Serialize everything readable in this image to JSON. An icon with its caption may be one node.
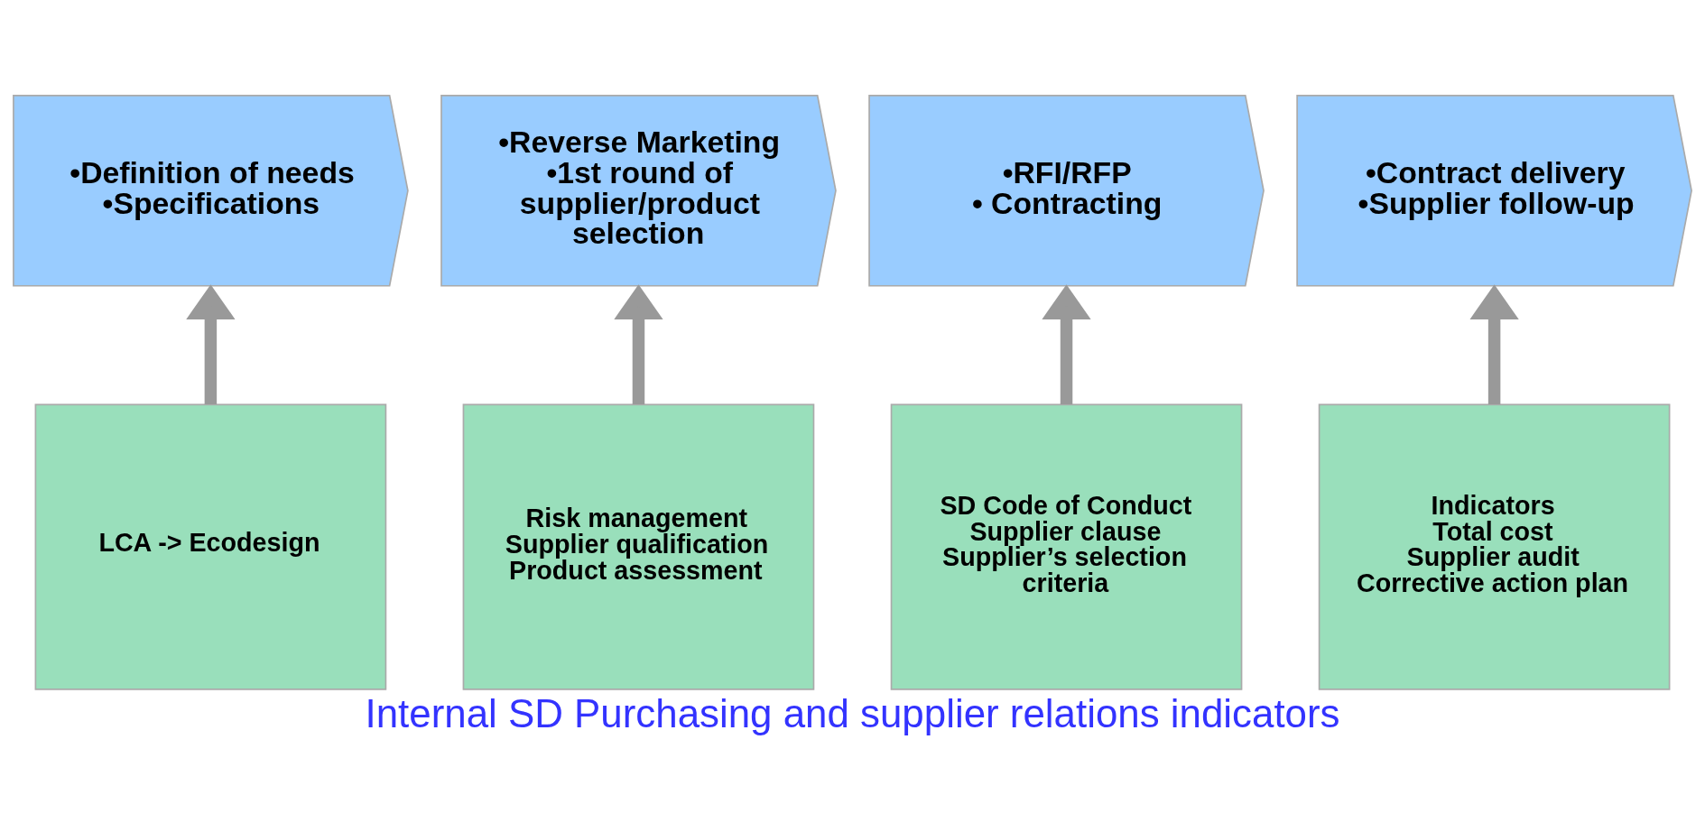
{
  "diagram": {
    "caption": "Internal SD Purchasing and supplier relations indicators",
    "nodes": [
      {
        "text": [
          "•Definition of needs",
          "•Specifications"
        ]
      },
      {
        "text": [
          "•Reverse Marketing",
          "•1st round of supplier/product selection"
        ]
      },
      {
        "text": [
          "•RFI/RFP",
          "• Contracting"
        ]
      },
      {
        "text": [
          "•Contract delivery",
          "•Supplier follow-up"
        ]
      },
      {
        "text": [
          "LCA -> Ecodesign"
        ]
      },
      {
        "text": [
          "Risk management",
          "Supplier qualification",
          "Product assessment"
        ]
      },
      {
        "text": [
          "SD Code of Conduct",
          "Supplier clause",
          "Supplier’s selection criteria"
        ]
      },
      {
        "text": [
          "Indicators",
          "Total cost",
          "Supplier audit",
          "Corrective action plan"
        ]
      }
    ],
    "edges": [
      {
        "from": 4,
        "to": 0,
        "arrow": "to"
      },
      {
        "from": 5,
        "to": 1,
        "arrow": "to"
      },
      {
        "from": 6,
        "to": 2,
        "arrow": "to"
      },
      {
        "from": 7,
        "to": 3,
        "arrow": "to"
      }
    ]
  }
}
